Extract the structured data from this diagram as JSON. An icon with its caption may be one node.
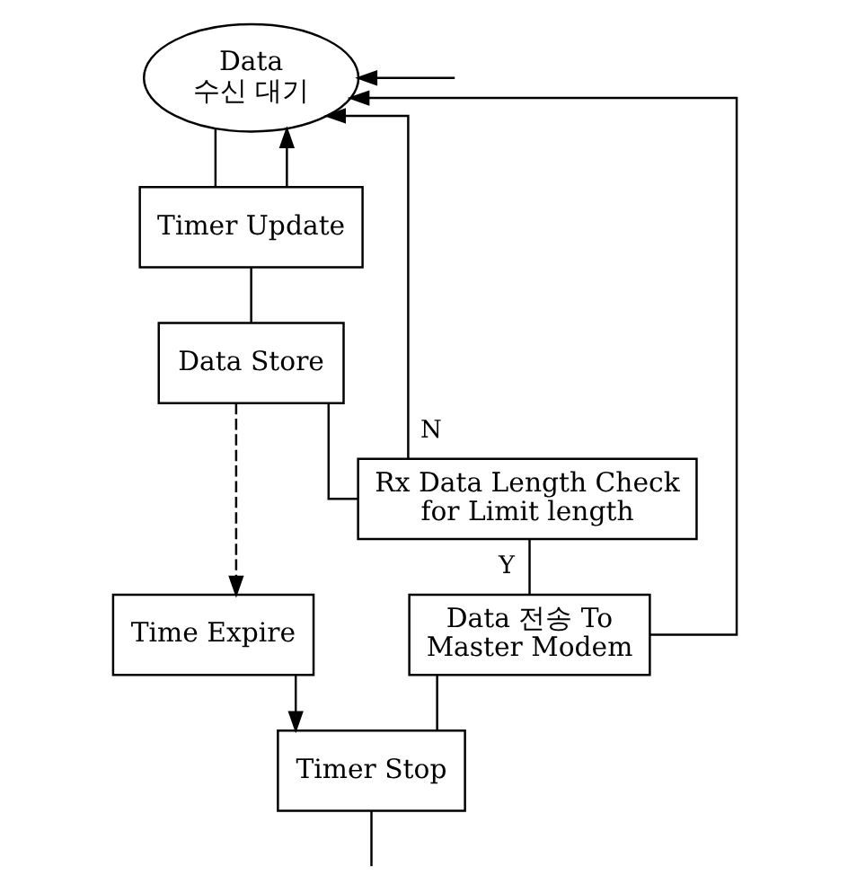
{
  "diagram": {
    "nodes": [
      {
        "text": [
          "Data 수신 대기"
        ]
      },
      {
        "text": [
          "Timer Update"
        ]
      },
      {
        "text": [
          "Data Store"
        ]
      },
      {
        "text": [
          "Rx Data Length Check for Limit length"
        ]
      },
      {
        "text": [
          "Time Expire"
        ]
      },
      {
        "text": [
          "Data 전송 To Master Modem"
        ]
      },
      {
        "text": [
          "Timer Stop"
        ]
      }
    ],
    "edges": [
      {
        "from": 0,
        "to": 1,
        "arrow": "none"
      },
      {
        "from": 1,
        "to": 2,
        "arrow": "none"
      },
      {
        "from": 2,
        "to": 3,
        "arrow": "none"
      },
      {
        "from": 3,
        "to": 5,
        "arrow": "none",
        "label": "Y"
      },
      {
        "from": 2,
        "to": 4,
        "arrow": "to",
        "style": "dashed"
      },
      {
        "from": 5,
        "to": 6,
        "arrow": "none"
      },
      {
        "from": 4,
        "to": 6,
        "arrow": "to"
      },
      {
        "from": 6,
        "to": null,
        "arrow": "none"
      },
      {
        "from": 1,
        "to": 0,
        "arrow": "to"
      },
      {
        "from": 3,
        "to": 0,
        "arrow": "to",
        "label": "N"
      },
      {
        "from": 5,
        "to": 0,
        "arrow": "to"
      },
      {
        "from": null,
        "to": 0,
        "arrow": "to"
      }
    ]
  }
}
